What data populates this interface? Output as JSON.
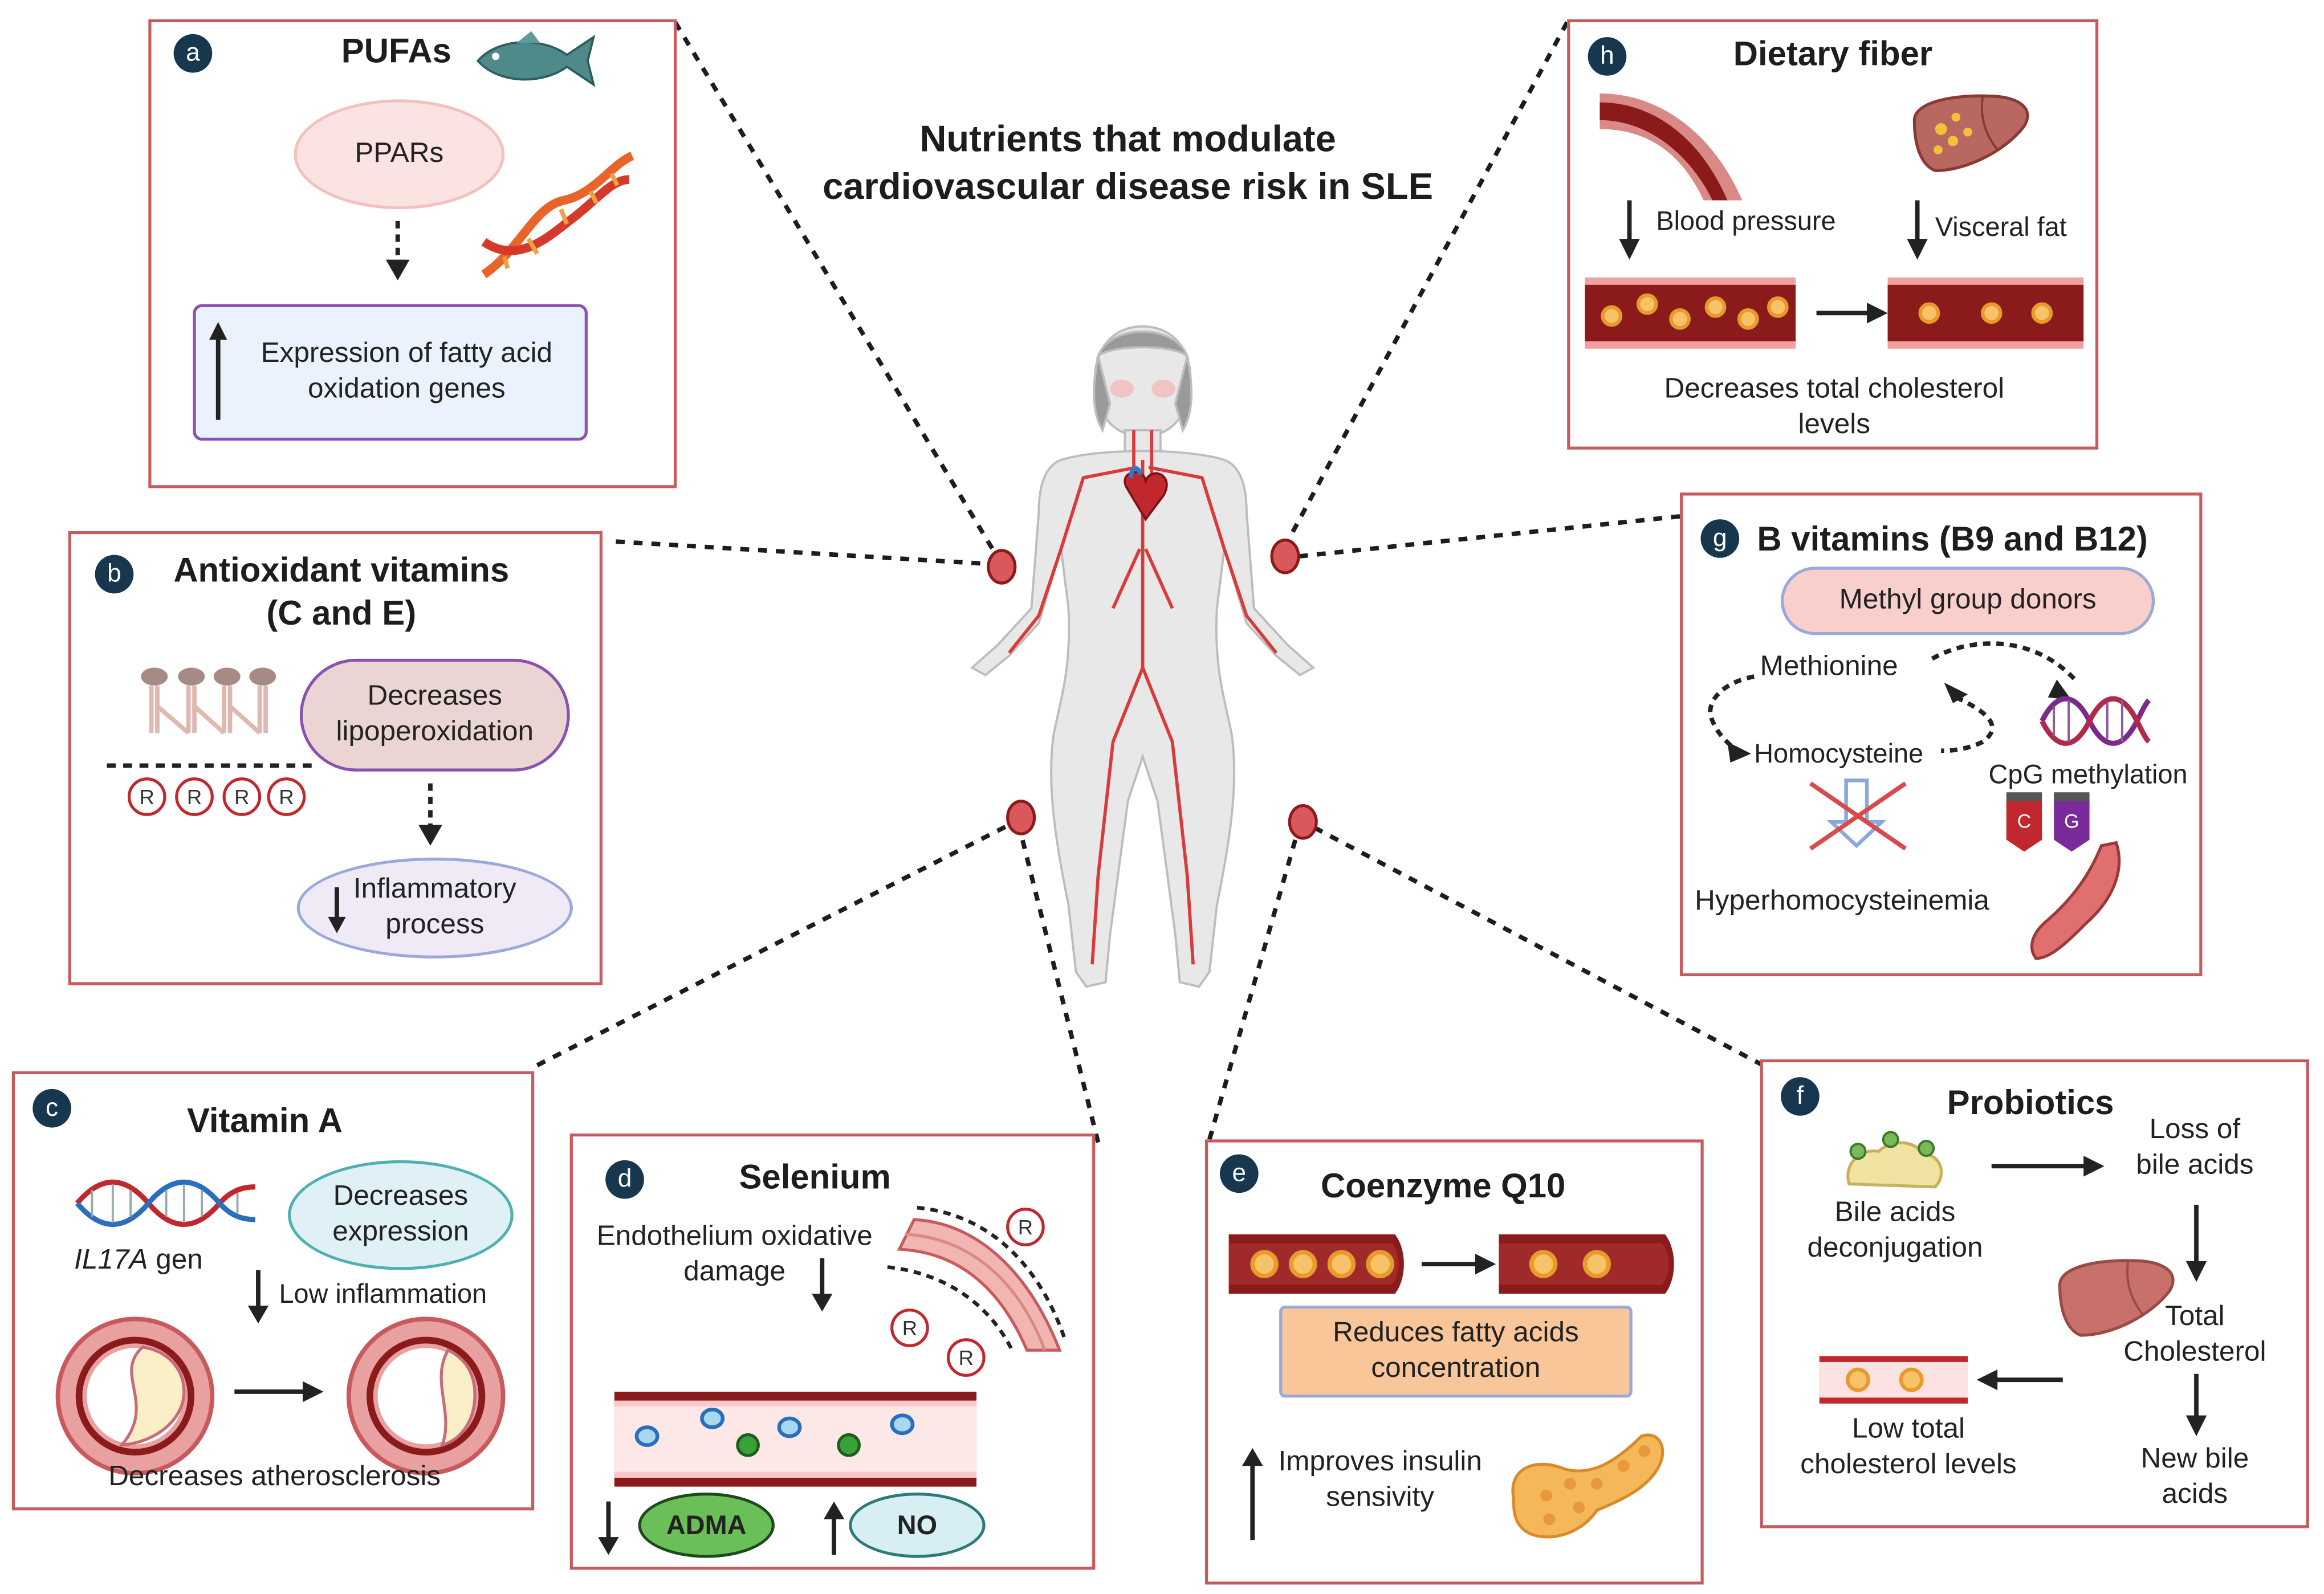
{
  "title": [
    "Nutrients that modulate",
    "cardiovascular disease risk in SLE"
  ],
  "panels": {
    "a": {
      "letter": "a",
      "title": "PUFAs",
      "bubble": "PPARs",
      "box": [
        "Expression of fatty acid",
        "oxidation genes"
      ]
    },
    "b": {
      "letter": "b",
      "title": [
        "Antioxidant vitamins",
        "(C and E)"
      ],
      "radical": "R",
      "box1": [
        "Decreases",
        "lipoperoxidation"
      ],
      "box2": [
        "Inflammatory",
        "process"
      ]
    },
    "c": {
      "letter": "c",
      "title": "Vitamin A",
      "gene": "IL17A",
      "gene_suffix": " gen",
      "box": [
        "Decreases",
        "expression"
      ],
      "arrow_label": "Low inflammation",
      "bottom": "Decreases atherosclerosis"
    },
    "d": {
      "letter": "d",
      "title": "Selenium",
      "text": [
        "Endothelium oxidative",
        "damage"
      ],
      "radical": "R",
      "adma": "ADMA",
      "no": "NO"
    },
    "e": {
      "letter": "e",
      "title": "Coenzyme Q10",
      "box": [
        "Reduces fatty acids",
        "concentration"
      ],
      "text": [
        "Improves insulin",
        "sensivity"
      ]
    },
    "f": {
      "letter": "f",
      "title": "Probiotics",
      "t1": [
        "Bile acids",
        "deconjugation"
      ],
      "t2": [
        "Loss of",
        "bile acids"
      ],
      "t3": [
        "Total",
        "Cholesterol"
      ],
      "t4": [
        "New bile",
        "acids"
      ],
      "t5": [
        "Low total",
        "cholesterol levels"
      ]
    },
    "g": {
      "letter": "g",
      "title": "B vitamins  (B9 and B12)",
      "box": "Methyl group donors",
      "methionine": "Methionine",
      "homocysteine": "Homocysteine",
      "cpg": "CpG methylation",
      "hyper": "Hyperhomocysteinemia",
      "c_tag": "C",
      "g_tag": "G"
    },
    "h": {
      "letter": "h",
      "title": "Dietary fiber",
      "bp": "Blood pressure",
      "vf": "Visceral fat",
      "bottom": [
        "Decreases total cholesterol",
        "levels"
      ]
    }
  },
  "colors": {
    "panel_border": "#c85a5e",
    "letter_badge": "#17374f",
    "artery": "#8b1a1a",
    "vessel_red": "#d93a3a"
  },
  "icons": [
    "fish-icon",
    "dna-icon",
    "membrane-icon",
    "artery-cross-section-icon",
    "blood-vessel-icon",
    "liver-icon",
    "pancreas-icon",
    "bile-acid-icon",
    "stomach-icon",
    "human-body-icon",
    "heart-icon"
  ]
}
